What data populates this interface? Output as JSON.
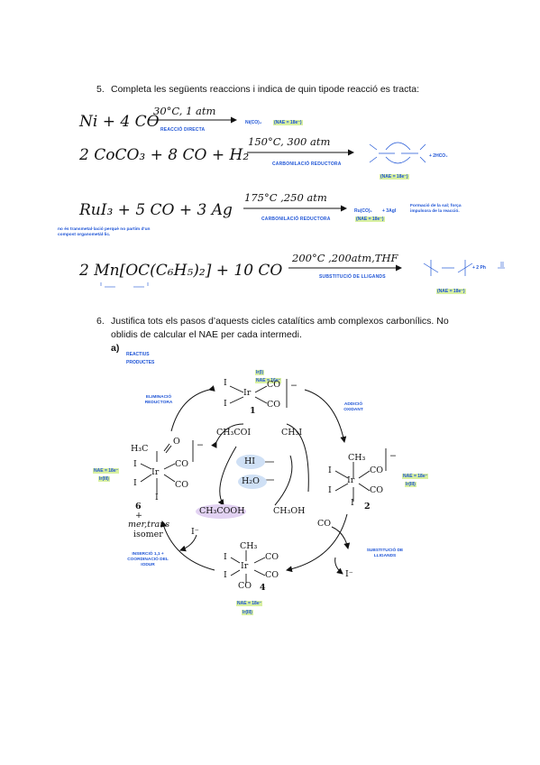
{
  "q5": {
    "number": "5.",
    "text": "Completa les següents reaccions i indica de quin tipode reacció es tracta:"
  },
  "reactions": [
    {
      "lhs": "Ni + 4 CO",
      "cond": "30°C,  1 atm",
      "type": "REACCIÓ DIRECTA",
      "product": "Ni(CO)₄",
      "nae": "(NAE = 18e⁻)"
    },
    {
      "lhs": "2 CoCO₃ + 8 CO + H₂",
      "cond": "150°C,  300 atm",
      "type": "CARBONILACIÓ REDUCTORA",
      "byproduct": "+ 2HCO₃",
      "nae": "(NAE = 18e⁻)"
    },
    {
      "lhs": "RuI₃ + 5 CO + 3 Ag",
      "cond": "175°C ,250 atm",
      "type": "CARBONILACIÓ REDUCTORA",
      "product": "Ru(CO)₅",
      "byproduct": "+ 3AgI",
      "nae": "(NAE = 18e⁻)",
      "side_note": "Formació de la sal; força impulsora de la reacció.",
      "left_note": "no és transmetal·lació perquè no partim d'un compost organometàl·lic."
    },
    {
      "lhs": "2 Mn[OC(C₆H₅)₂] + 10 CO",
      "cond": "200°C ,200atm,THF",
      "type": "SUBSTITUCIÓ DE LLIGANDS",
      "byproduct": "+ 2 Ph",
      "nae": "(NAE = 18e⁻)"
    }
  ],
  "q6": {
    "number": "6.",
    "text": "Justifica tots els pasos d’aquests cicles catalítics amb complexos carbonílics. No oblidis de calcular el NAE per cada intermedi.",
    "sub": "a)",
    "legend_reactants": "REACTIUS",
    "legend_products": "PRODUCTES"
  },
  "cycle": {
    "c1": {
      "label": "1",
      "ligands": [
        "I",
        "I",
        "Ir",
        "CO",
        "CO"
      ],
      "ox": "Ir(I)",
      "nae": "NAE = 16e⁻",
      "charge": "−"
    },
    "c2": {
      "label": "2",
      "ligands": [
        "CH₃",
        "I",
        "I",
        "Ir",
        "CO",
        "CO",
        "I"
      ],
      "ox": "Ir(III)",
      "nae": "NAE = 18e⁻",
      "charge": "−"
    },
    "c4": {
      "label": "4",
      "ligands": [
        "CH₃",
        "I",
        "I",
        "Ir",
        "CO",
        "CO",
        "CO"
      ],
      "ox": "Ir(III)",
      "nae": "NAE = 18e⁻"
    },
    "c6": {
      "label": "6",
      "ligands": [
        "H₃C",
        "O",
        "I",
        "I",
        "Ir",
        "CO",
        "CO",
        "I"
      ],
      "ox": "Ir(III)",
      "nae": "NAE = 18e⁻",
      "charge": "−"
    },
    "isomer": [
      "+",
      "mer,trans",
      "isomer"
    ],
    "center": {
      "ch3coi": "CH₃COI",
      "ch3i": "CH₃I",
      "hi": "HI",
      "h2o": "H₂O",
      "ch3cooh": "CH₃COOH",
      "ch3oh": "CH₃OH"
    },
    "co_in": "CO",
    "i_out": "I⁻",
    "i_in": "I⁻",
    "steps": {
      "elim": "ELIMINACIÓ REDUCTORA",
      "ox_add": "ADDICIÓ OXIDANT",
      "subst": "SUBSTITUCIÓ DE LLIGANDS",
      "insert": "INSERCIÓ 1,1 + COORDINACIÓ DEL IODUR"
    }
  },
  "colors": {
    "ink": "#1f55d6",
    "highlight": "#d8f0a0",
    "blue_oval": "#cfe0f5",
    "purple_oval": "#e2d2f2"
  }
}
